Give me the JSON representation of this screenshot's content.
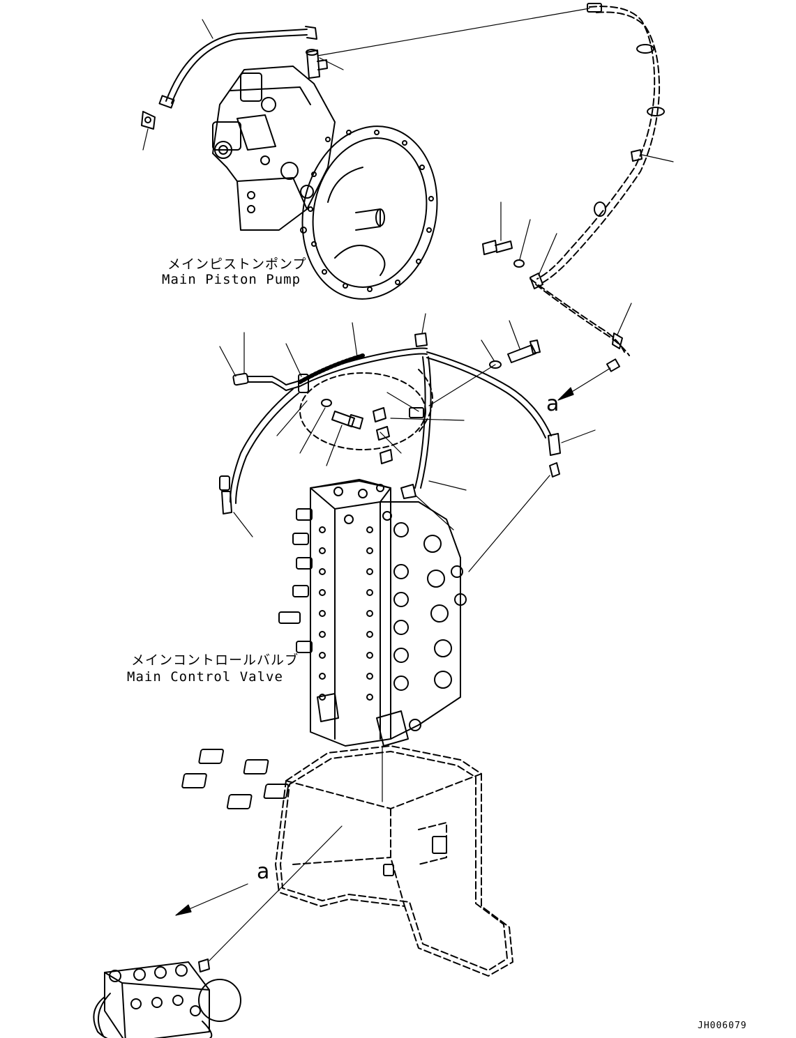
{
  "labels": {
    "pump_jp": "メインピストンポンプ",
    "pump_en": "Main Piston Pump",
    "valve_jp": "メインコントロールバルブ",
    "valve_en": "Main Control Valve"
  },
  "callouts": {
    "a_upper": "a",
    "a_lower": "a"
  },
  "figure_id": "JH006079"
}
